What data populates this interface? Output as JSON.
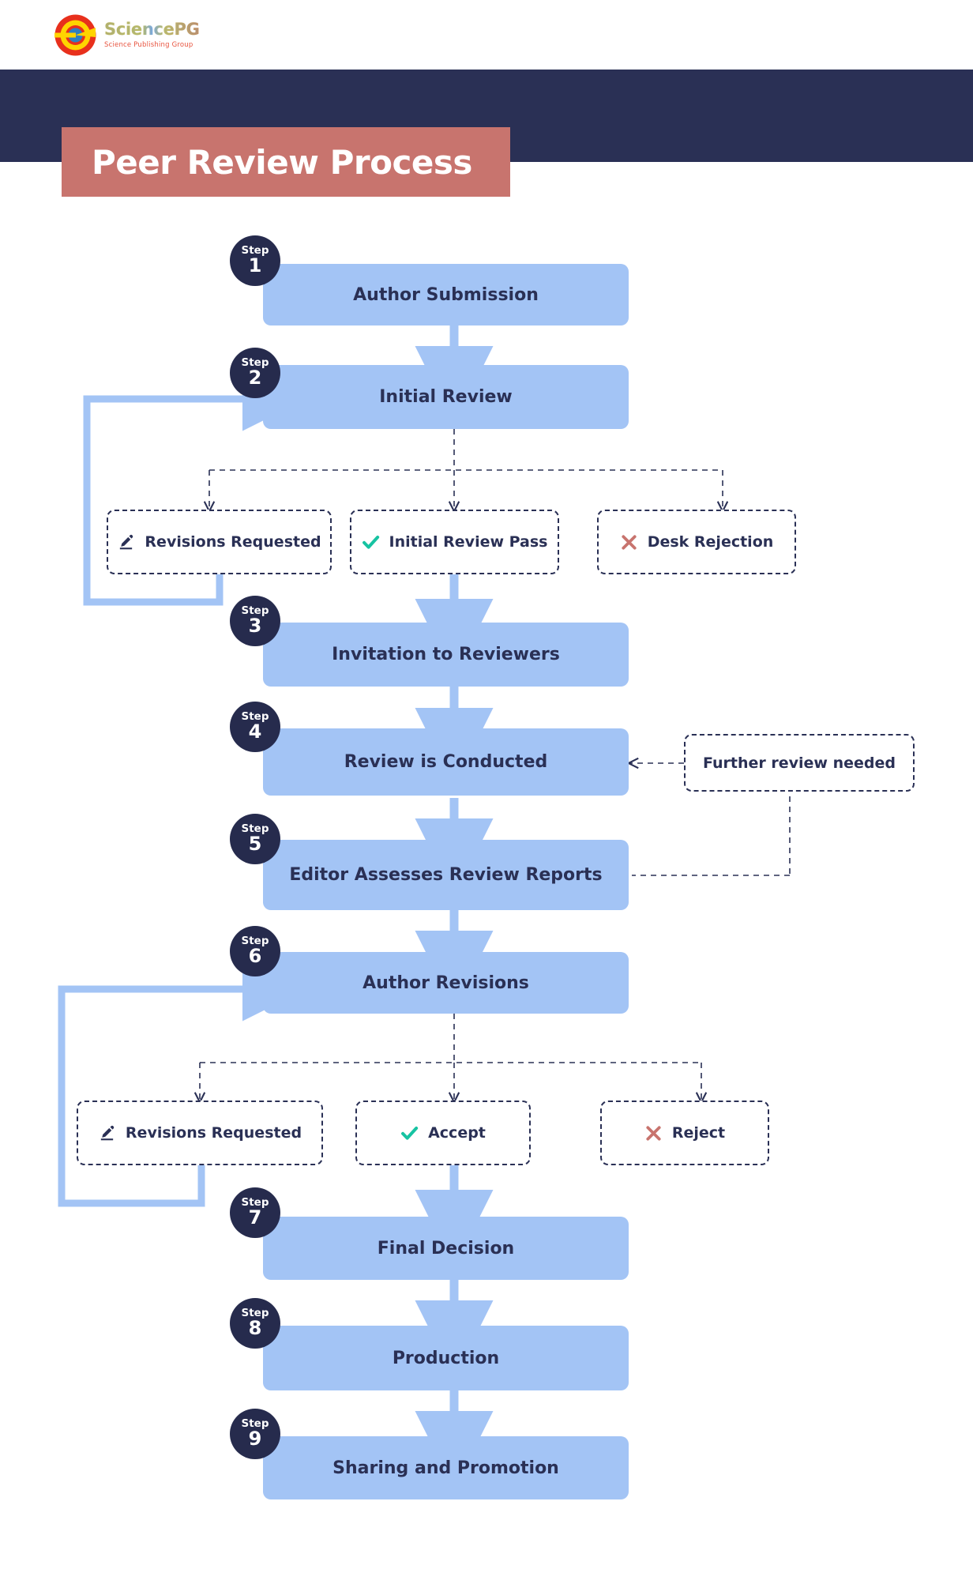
{
  "brand": {
    "name": "SciencePG",
    "tagline": "Science Publishing Group",
    "logo_icon": "sciencepg-circle-logo"
  },
  "header": {
    "title": "Peer Review Process",
    "band_color": "#2a3055",
    "banner_color": "#c8746e"
  },
  "theme": {
    "step_box_fill": "#a3c4f5",
    "badge_fill": "#262b4d",
    "text_navy": "#2a3055",
    "arrow_blue": "#a3c4f5",
    "check_green": "#17c3a2",
    "x_red": "#c8746e",
    "pencil_navy": "#2a3055"
  },
  "steps": [
    {
      "n": "1",
      "step_label": "Step",
      "label": "Author Submission"
    },
    {
      "n": "2",
      "step_label": "Step",
      "label": "Initial Review"
    },
    {
      "n": "3",
      "step_label": "Step",
      "label": "Invitation to Reviewers"
    },
    {
      "n": "4",
      "step_label": "Step",
      "label": "Review is Conducted"
    },
    {
      "n": "5",
      "step_label": "Step",
      "label": "Editor Assesses Review Reports"
    },
    {
      "n": "6",
      "step_label": "Step",
      "label": "Author Revisions"
    },
    {
      "n": "7",
      "step_label": "Step",
      "label": "Final Decision"
    },
    {
      "n": "8",
      "step_label": "Step",
      "label": "Production"
    },
    {
      "n": "9",
      "step_label": "Step",
      "label": "Sharing and Promotion"
    }
  ],
  "decisions_initial": [
    {
      "label": "Revisions Requested",
      "icon": "pencil-icon"
    },
    {
      "label": "Initial Review Pass",
      "icon": "check-icon"
    },
    {
      "label": "Desk Rejection",
      "icon": "x-icon"
    }
  ],
  "decisions_final": [
    {
      "label": "Revisions Requested",
      "icon": "pencil-icon"
    },
    {
      "label": "Accept",
      "icon": "check-icon"
    },
    {
      "label": "Reject",
      "icon": "x-icon"
    }
  ],
  "side_note": {
    "label": "Further review needed"
  }
}
